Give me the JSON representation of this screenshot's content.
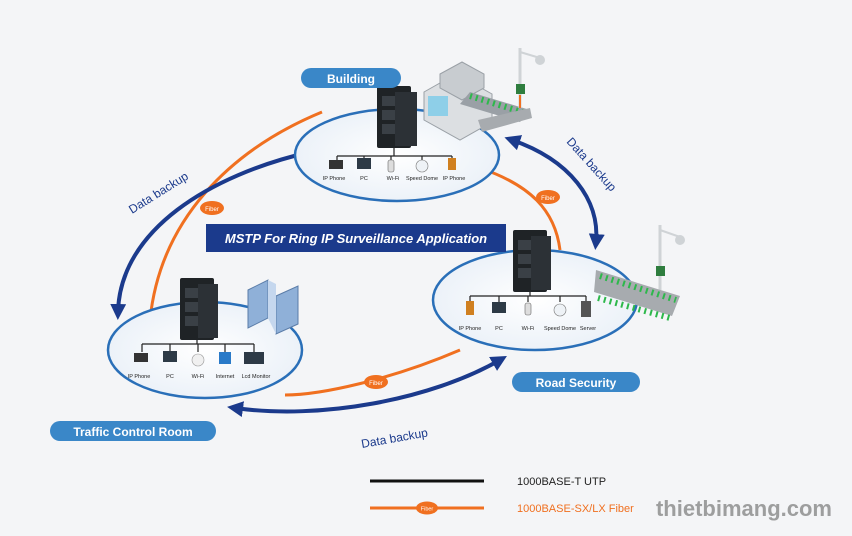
{
  "title": "MSTP For Ring IP Surveillance Application",
  "sites": {
    "building": {
      "label": "Building",
      "devices": [
        "IP Phone",
        "PC",
        "Wi-Fi",
        "Speed Dome",
        "IP Phone"
      ]
    },
    "road": {
      "label": "Road Security",
      "devices": [
        "IP Phone",
        "PC",
        "Wi-Fi",
        "Speed Dome",
        "Server"
      ]
    },
    "traffic": {
      "label": "Traffic Control Room",
      "devices": [
        "IP Phone",
        "PC",
        "Wi-Fi",
        "Internet",
        "Lcd Monitor"
      ]
    }
  },
  "links": {
    "fiber_label": "Fiber",
    "backup_label": "Data backup"
  },
  "legend": {
    "utp": "1000BASE-T UTP",
    "fiber": "1000BASE-SX/LX Fiber",
    "fiber_marker": "Fiber"
  },
  "watermark": "thietbimang.com",
  "colors": {
    "navy": "#1b3a8c",
    "orange": "#f07020",
    "site_label_bg": "#3a87c8",
    "green_arrows": "#2db84b"
  }
}
